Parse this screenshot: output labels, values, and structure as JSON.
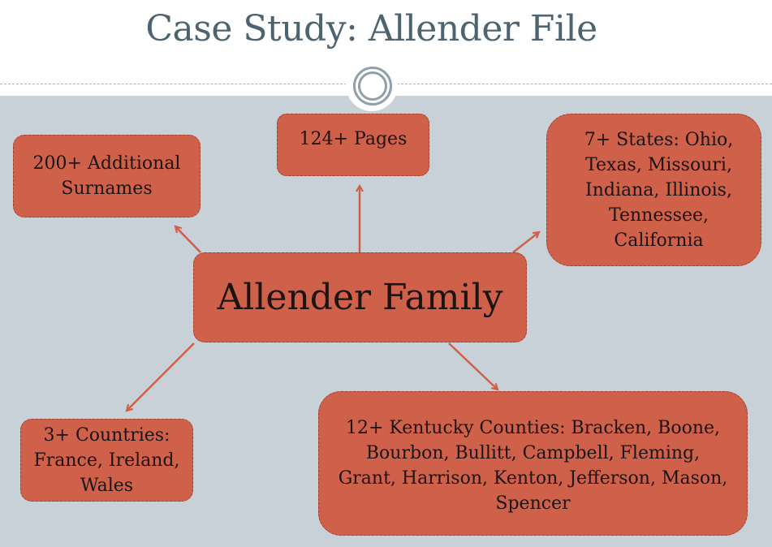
{
  "slide": {
    "title": "Case Study: Allender File"
  },
  "diagram": {
    "center": "Allender Family",
    "nodes": {
      "surnames": "200+ Additional Surnames",
      "pages": "124+ Pages",
      "states": "7+ States: Ohio, Texas, Missouri, Indiana, Illinois, Tennessee, California",
      "countries": "3+ Countries: France, Ireland, Wales",
      "counties": "12+ Kentucky Counties: Bracken, Boone, Bourbon, Bullitt, Campbell, Fleming, Grant, Harrison, Kenton, Jefferson, Mason, Spencer"
    },
    "colors": {
      "node_fill": "#cf6049",
      "arrow": "#cf6049",
      "background": "#c7d1d7",
      "title": "#4d6470"
    }
  }
}
